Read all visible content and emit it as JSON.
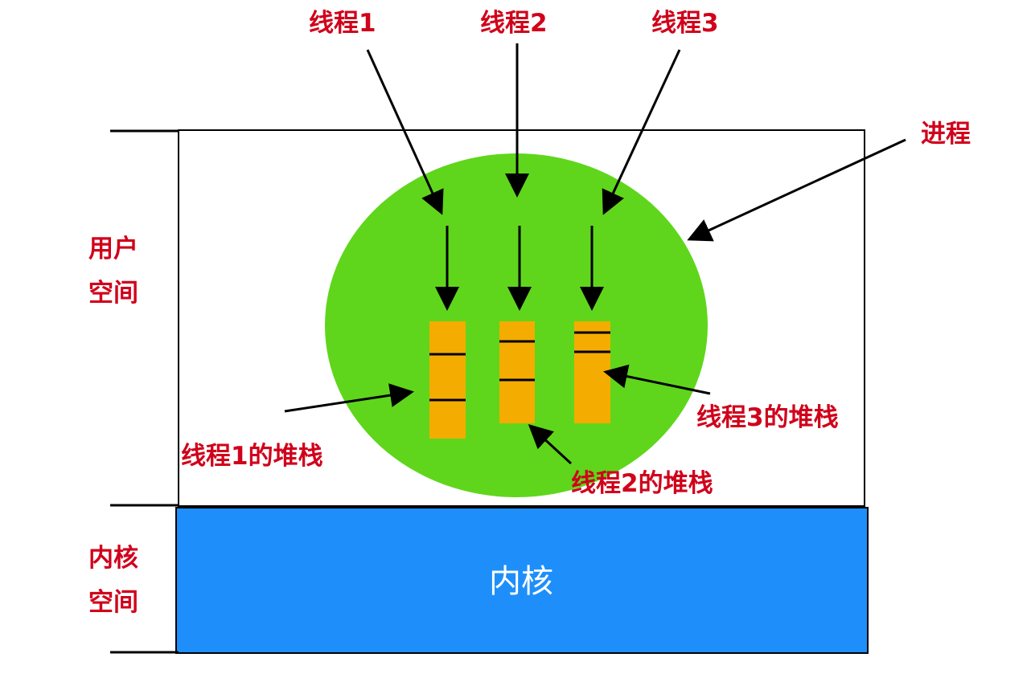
{
  "labels": {
    "thread1": "线程1",
    "thread2": "线程2",
    "thread3": "线程3",
    "process": "进程",
    "user_space_line1": "用户",
    "user_space_line2": "空间",
    "kernel_space_line1": "内核",
    "kernel_space_line2": "空间",
    "kernel": "内核",
    "stack1": "线程1的堆栈",
    "stack2": "线程2的堆栈",
    "stack3": "线程3的堆栈"
  },
  "colors": {
    "label_red": "#d0021b",
    "process_green": "#5fd61b",
    "stack_orange": "#f5ac00",
    "kernel_blue": "#1e8ffa",
    "line_black": "#000000"
  }
}
